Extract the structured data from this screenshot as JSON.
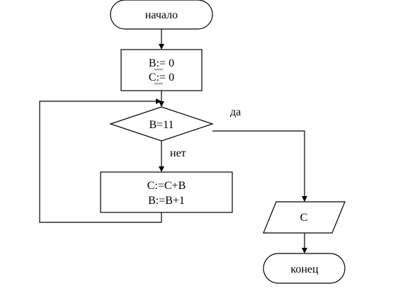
{
  "start": {
    "label": "начало"
  },
  "init": {
    "line1": "B:= 0",
    "line2": "C:= 0"
  },
  "condition": {
    "label": "B=11"
  },
  "branch_yes": {
    "label": "да"
  },
  "branch_no": {
    "label": "нет"
  },
  "loop_body": {
    "line1": "C:=C+B",
    "line2": "B:=B+1"
  },
  "output": {
    "label": "C"
  },
  "end": {
    "label": "конец"
  }
}
